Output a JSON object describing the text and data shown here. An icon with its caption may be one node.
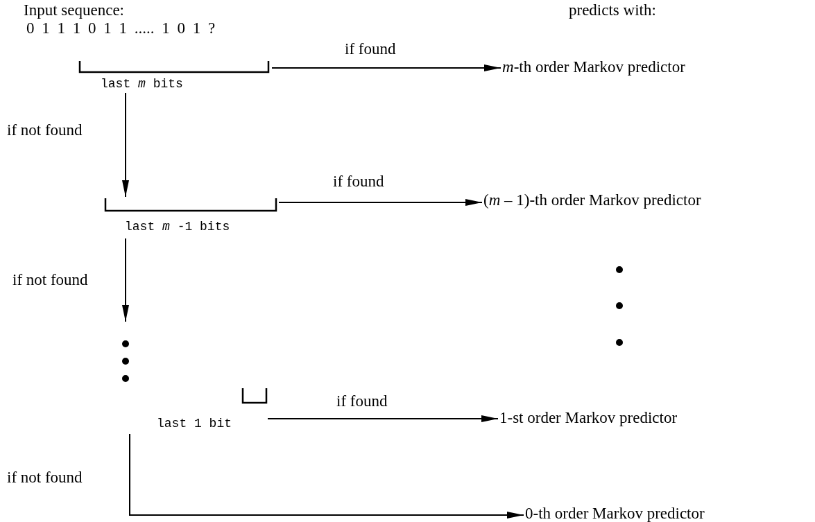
{
  "diagram": {
    "nodes": [
      {
        "text": [
          "0 1 1 1 0 1 1 ..... 1 0 1 ?"
        ]
      },
      {
        "text": [
          "last *m* bits"
        ]
      },
      {
        "text": [
          "*m*-th order Markov predictor"
        ]
      },
      {
        "text": [
          "last *m* -1 bits"
        ]
      },
      {
        "text": [
          "(*m* – 1)-th order Markov predictor"
        ]
      },
      {
        "text": [
          "last 1 bit"
        ]
      },
      {
        "text": [
          "1-st order Markov predictor"
        ]
      },
      {
        "text": [
          "0-th order Markov predictor"
        ]
      }
    ],
    "edges": [
      {
        "from": 1,
        "to": 2,
        "arrow": "to",
        "label": "if found"
      },
      {
        "from": 1,
        "to": 3,
        "arrow": "to",
        "label": "if not found"
      },
      {
        "from": 3,
        "to": 4,
        "arrow": "to",
        "label": "if found"
      },
      {
        "from": 3,
        "to": null,
        "arrow": "to",
        "label": "if not found"
      },
      {
        "from": 5,
        "to": 6,
        "arrow": "to",
        "label": "if found"
      },
      {
        "from": 5,
        "to": 7,
        "arrow": "to",
        "label": "if not found"
      }
    ],
    "labels": [
      "Input sequence:",
      "predicts with:"
    ]
  }
}
